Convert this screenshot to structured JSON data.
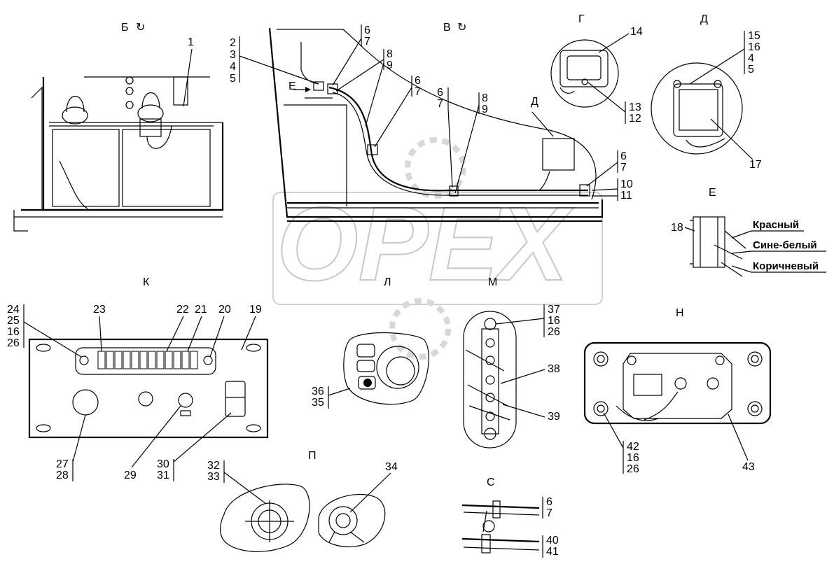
{
  "views": {
    "b": "Б",
    "v": "В",
    "g": "Г",
    "d1": "Д",
    "d2": "Д",
    "e1": "Е",
    "e2": "Е",
    "k": "К",
    "l": "Л",
    "m": "М",
    "n": "Н",
    "p": "П",
    "s": "С"
  },
  "watermark": "OPEX",
  "wire_colors": [
    "Красный",
    "Сине-белый",
    "Коричневый"
  ],
  "callouts": {
    "c1": "1",
    "c2_5": [
      "2",
      "3",
      "4",
      "5"
    ],
    "c6_7a": [
      "6",
      "7"
    ],
    "c8_9a": [
      "8",
      "9"
    ],
    "c6_7b": [
      "6",
      "7"
    ],
    "c6_7c": [
      "6",
      "7"
    ],
    "c8_9b": [
      "8",
      "9"
    ],
    "c6_7d": [
      "6",
      "7"
    ],
    "c10_11": [
      "10",
      "11"
    ],
    "c14": "14",
    "c13_12": [
      "13",
      "12"
    ],
    "c15": [
      "15",
      "16",
      "4",
      "5"
    ],
    "c17": "17",
    "c18": "18",
    "c24": [
      "24",
      "25",
      "16",
      "26"
    ],
    "c23": "23",
    "c22": "22",
    "c21": "21",
    "c20": "20",
    "c19": "19",
    "c27": [
      "27",
      "28"
    ],
    "c29": "29",
    "c30": [
      "30",
      "31"
    ],
    "c36": [
      "36",
      "35"
    ],
    "c37": [
      "37",
      "16",
      "26"
    ],
    "c38": "38",
    "c39": "39",
    "c42": [
      "42",
      "16",
      "26"
    ],
    "c43": "43",
    "c32": [
      "32",
      "33"
    ],
    "c34": "34",
    "cs1": [
      "6",
      "7"
    ],
    "cs2": [
      "40",
      "41"
    ]
  }
}
